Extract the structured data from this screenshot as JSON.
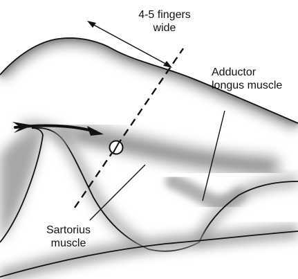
{
  "labels": {
    "width_note": [
      "4-5 fingers",
      "wide"
    ],
    "adductor": [
      "Adductor",
      "longus muscle"
    ],
    "sartorius": [
      "Sartorius",
      "muscle"
    ]
  },
  "colors": {
    "outline": "#111111",
    "skin_shade": "#9a9a9a",
    "muscle_shade": "#a8a8a8",
    "background": "#ffffff"
  },
  "icons": {
    "needle_marker": "circle-with-slash",
    "pointer_arrow": "arrow-right"
  }
}
